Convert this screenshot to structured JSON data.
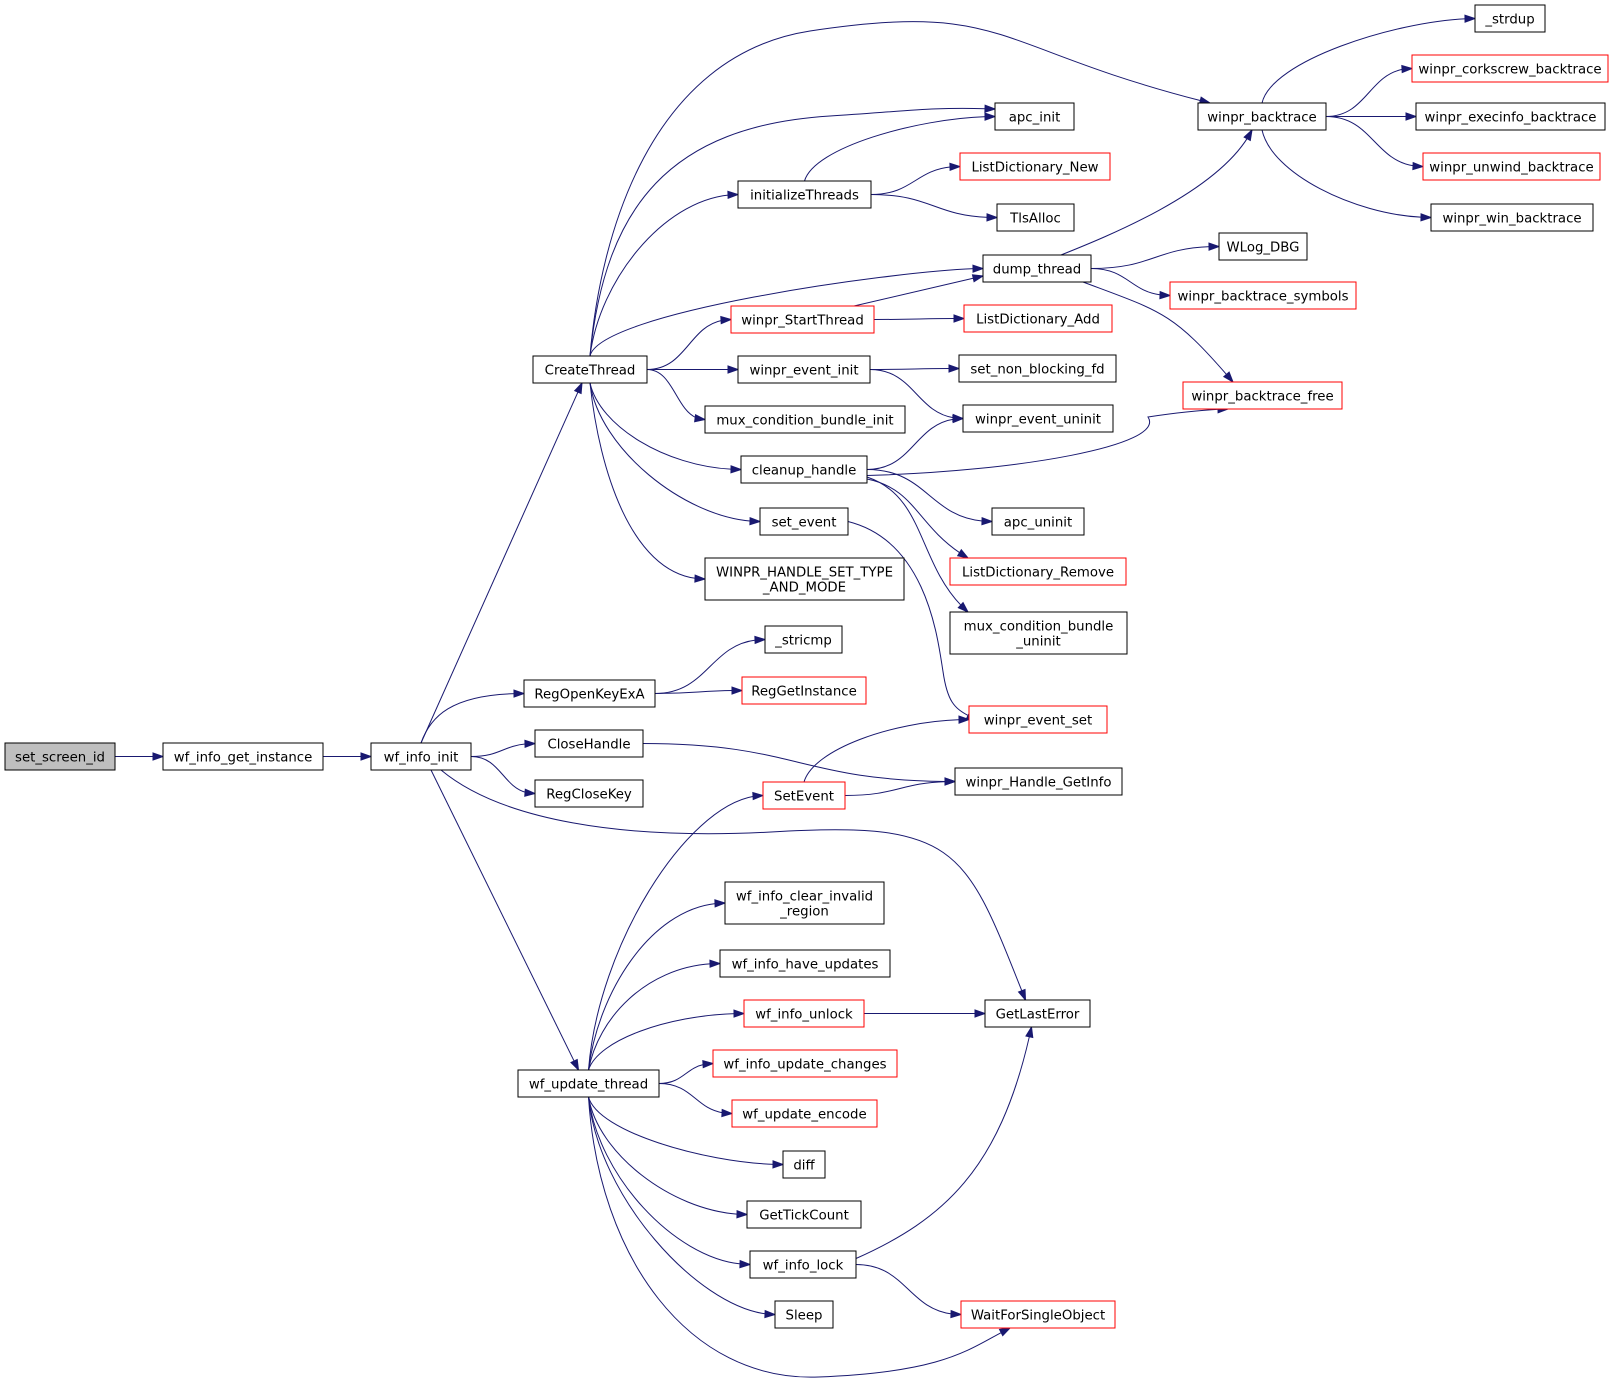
{
  "graph": {
    "nodes": [
      {
        "id": "set_screen_id",
        "lines": [
          "set_screen_id"
        ],
        "style": "root"
      },
      {
        "id": "wf_info_get_instance",
        "lines": [
          "wf_info_get_instance"
        ],
        "style": "normal"
      },
      {
        "id": "wf_info_init",
        "lines": [
          "wf_info_init"
        ],
        "style": "normal"
      },
      {
        "id": "CreateThread",
        "lines": [
          "CreateThread"
        ],
        "style": "normal"
      },
      {
        "id": "RegOpenKeyExA",
        "lines": [
          "RegOpenKeyExA"
        ],
        "style": "normal"
      },
      {
        "id": "CloseHandle",
        "lines": [
          "CloseHandle"
        ],
        "style": "normal"
      },
      {
        "id": "RegCloseKey",
        "lines": [
          "RegCloseKey"
        ],
        "style": "normal"
      },
      {
        "id": "wf_update_thread",
        "lines": [
          "wf_update_thread"
        ],
        "style": "normal"
      },
      {
        "id": "initializeThreads",
        "lines": [
          "initializeThreads"
        ],
        "style": "normal"
      },
      {
        "id": "winpr_StartThread",
        "lines": [
          "winpr_StartThread"
        ],
        "style": "red"
      },
      {
        "id": "winpr_event_init",
        "lines": [
          "winpr_event_init"
        ],
        "style": "normal"
      },
      {
        "id": "mux_condition_bundle_init",
        "lines": [
          "mux_condition_bundle_init"
        ],
        "style": "normal"
      },
      {
        "id": "cleanup_handle",
        "lines": [
          "cleanup_handle"
        ],
        "style": "normal"
      },
      {
        "id": "set_event",
        "lines": [
          "set_event"
        ],
        "style": "normal"
      },
      {
        "id": "WINPR_HANDLE_SET_TYPE_AND_MODE",
        "lines": [
          "WINPR_HANDLE_SET_TYPE",
          "_AND_MODE"
        ],
        "style": "normal"
      },
      {
        "id": "_stricmp",
        "lines": [
          "_stricmp"
        ],
        "style": "normal"
      },
      {
        "id": "RegGetInstance",
        "lines": [
          "RegGetInstance"
        ],
        "style": "red"
      },
      {
        "id": "SetEvent",
        "lines": [
          "SetEvent"
        ],
        "style": "red"
      },
      {
        "id": "wf_info_clear_invalid_region",
        "lines": [
          "wf_info_clear_invalid",
          "_region"
        ],
        "style": "normal"
      },
      {
        "id": "wf_info_have_updates",
        "lines": [
          "wf_info_have_updates"
        ],
        "style": "normal"
      },
      {
        "id": "wf_info_unlock",
        "lines": [
          "wf_info_unlock"
        ],
        "style": "red"
      },
      {
        "id": "wf_info_update_changes",
        "lines": [
          "wf_info_update_changes"
        ],
        "style": "red"
      },
      {
        "id": "wf_update_encode",
        "lines": [
          "wf_update_encode"
        ],
        "style": "red"
      },
      {
        "id": "diff",
        "lines": [
          "diff"
        ],
        "style": "normal"
      },
      {
        "id": "GetTickCount",
        "lines": [
          "GetTickCount"
        ],
        "style": "normal"
      },
      {
        "id": "wf_info_lock",
        "lines": [
          "wf_info_lock"
        ],
        "style": "normal"
      },
      {
        "id": "Sleep",
        "lines": [
          "Sleep"
        ],
        "style": "normal"
      },
      {
        "id": "apc_init",
        "lines": [
          "apc_init"
        ],
        "style": "normal"
      },
      {
        "id": "ListDictionary_New",
        "lines": [
          "ListDictionary_New"
        ],
        "style": "red"
      },
      {
        "id": "TlsAlloc",
        "lines": [
          "TlsAlloc"
        ],
        "style": "normal"
      },
      {
        "id": "dump_thread",
        "lines": [
          "dump_thread"
        ],
        "style": "normal"
      },
      {
        "id": "ListDictionary_Add",
        "lines": [
          "ListDictionary_Add"
        ],
        "style": "red"
      },
      {
        "id": "set_non_blocking_fd",
        "lines": [
          "set_non_blocking_fd"
        ],
        "style": "normal"
      },
      {
        "id": "winpr_event_uninit",
        "lines": [
          "winpr_event_uninit"
        ],
        "style": "normal"
      },
      {
        "id": "apc_uninit",
        "lines": [
          "apc_uninit"
        ],
        "style": "normal"
      },
      {
        "id": "ListDictionary_Remove",
        "lines": [
          "ListDictionary_Remove"
        ],
        "style": "red"
      },
      {
        "id": "mux_condition_bundle_uninit",
        "lines": [
          "mux_condition_bundle",
          "_uninit"
        ],
        "style": "normal"
      },
      {
        "id": "winpr_event_set",
        "lines": [
          "winpr_event_set"
        ],
        "style": "red"
      },
      {
        "id": "winpr_Handle_GetInfo",
        "lines": [
          "winpr_Handle_GetInfo"
        ],
        "style": "normal"
      },
      {
        "id": "GetLastError",
        "lines": [
          "GetLastError"
        ],
        "style": "normal"
      },
      {
        "id": "WaitForSingleObject",
        "lines": [
          "WaitForSingleObject"
        ],
        "style": "red"
      },
      {
        "id": "winpr_backtrace",
        "lines": [
          "winpr_backtrace"
        ],
        "style": "normal"
      },
      {
        "id": "WLog_DBG",
        "lines": [
          "WLog_DBG"
        ],
        "style": "normal"
      },
      {
        "id": "winpr_backtrace_symbols",
        "lines": [
          "winpr_backtrace_symbols"
        ],
        "style": "red"
      },
      {
        "id": "winpr_backtrace_free",
        "lines": [
          "winpr_backtrace_free"
        ],
        "style": "red"
      },
      {
        "id": "_strdup",
        "lines": [
          "_strdup"
        ],
        "style": "normal"
      },
      {
        "id": "winpr_corkscrew_backtrace",
        "lines": [
          "winpr_corkscrew_backtrace"
        ],
        "style": "red"
      },
      {
        "id": "winpr_execinfo_backtrace",
        "lines": [
          "winpr_execinfo_backtrace"
        ],
        "style": "normal"
      },
      {
        "id": "winpr_unwind_backtrace",
        "lines": [
          "winpr_unwind_backtrace"
        ],
        "style": "red"
      },
      {
        "id": "winpr_win_backtrace",
        "lines": [
          "winpr_win_backtrace"
        ],
        "style": "normal"
      }
    ],
    "edges": [
      [
        "set_screen_id",
        "wf_info_get_instance"
      ],
      [
        "wf_info_get_instance",
        "wf_info_init"
      ],
      [
        "wf_info_init",
        "CreateThread"
      ],
      [
        "wf_info_init",
        "RegOpenKeyExA"
      ],
      [
        "wf_info_init",
        "CloseHandle"
      ],
      [
        "wf_info_init",
        "RegCloseKey"
      ],
      [
        "wf_info_init",
        "GetLastError"
      ],
      [
        "wf_info_init",
        "wf_update_thread"
      ],
      [
        "CreateThread",
        "winpr_backtrace"
      ],
      [
        "CreateThread",
        "apc_init"
      ],
      [
        "CreateThread",
        "initializeThreads"
      ],
      [
        "CreateThread",
        "dump_thread"
      ],
      [
        "CreateThread",
        "winpr_StartThread"
      ],
      [
        "CreateThread",
        "winpr_event_init"
      ],
      [
        "CreateThread",
        "mux_condition_bundle_init"
      ],
      [
        "CreateThread",
        "cleanup_handle"
      ],
      [
        "CreateThread",
        "set_event"
      ],
      [
        "CreateThread",
        "WINPR_HANDLE_SET_TYPE_AND_MODE"
      ],
      [
        "initializeThreads",
        "apc_init"
      ],
      [
        "initializeThreads",
        "ListDictionary_New"
      ],
      [
        "initializeThreads",
        "TlsAlloc"
      ],
      [
        "winpr_StartThread",
        "dump_thread"
      ],
      [
        "winpr_StartThread",
        "ListDictionary_Add"
      ],
      [
        "winpr_event_init",
        "set_non_blocking_fd"
      ],
      [
        "winpr_event_init",
        "winpr_event_uninit"
      ],
      [
        "cleanup_handle",
        "winpr_event_uninit"
      ],
      [
        "cleanup_handle",
        "winpr_backtrace_free"
      ],
      [
        "cleanup_handle",
        "apc_uninit"
      ],
      [
        "cleanup_handle",
        "ListDictionary_Remove"
      ],
      [
        "cleanup_handle",
        "mux_condition_bundle_uninit"
      ],
      [
        "set_event",
        "winpr_event_set"
      ],
      [
        "dump_thread",
        "winpr_backtrace"
      ],
      [
        "dump_thread",
        "WLog_DBG"
      ],
      [
        "dump_thread",
        "winpr_backtrace_symbols"
      ],
      [
        "dump_thread",
        "winpr_backtrace_free"
      ],
      [
        "winpr_backtrace",
        "_strdup"
      ],
      [
        "winpr_backtrace",
        "winpr_corkscrew_backtrace"
      ],
      [
        "winpr_backtrace",
        "winpr_execinfo_backtrace"
      ],
      [
        "winpr_backtrace",
        "winpr_unwind_backtrace"
      ],
      [
        "winpr_backtrace",
        "winpr_win_backtrace"
      ],
      [
        "RegOpenKeyExA",
        "_stricmp"
      ],
      [
        "RegOpenKeyExA",
        "RegGetInstance"
      ],
      [
        "CloseHandle",
        "winpr_Handle_GetInfo"
      ],
      [
        "wf_update_thread",
        "SetEvent"
      ],
      [
        "wf_update_thread",
        "wf_info_clear_invalid_region"
      ],
      [
        "wf_update_thread",
        "wf_info_have_updates"
      ],
      [
        "wf_update_thread",
        "wf_info_unlock"
      ],
      [
        "wf_update_thread",
        "wf_info_update_changes"
      ],
      [
        "wf_update_thread",
        "wf_update_encode"
      ],
      [
        "wf_update_thread",
        "diff"
      ],
      [
        "wf_update_thread",
        "GetTickCount"
      ],
      [
        "wf_update_thread",
        "wf_info_lock"
      ],
      [
        "wf_update_thread",
        "Sleep"
      ],
      [
        "wf_update_thread",
        "WaitForSingleObject"
      ],
      [
        "SetEvent",
        "winpr_event_set"
      ],
      [
        "SetEvent",
        "winpr_Handle_GetInfo"
      ],
      [
        "wf_info_unlock",
        "GetLastError"
      ],
      [
        "wf_info_lock",
        "GetLastError"
      ],
      [
        "wf_info_lock",
        "WaitForSingleObject"
      ]
    ]
  },
  "colors": {
    "edge": "#191970",
    "root_fill": "#bfbfbf",
    "normal_border": "#000000",
    "red_border": "#ff0000",
    "background": "#ffffff"
  }
}
